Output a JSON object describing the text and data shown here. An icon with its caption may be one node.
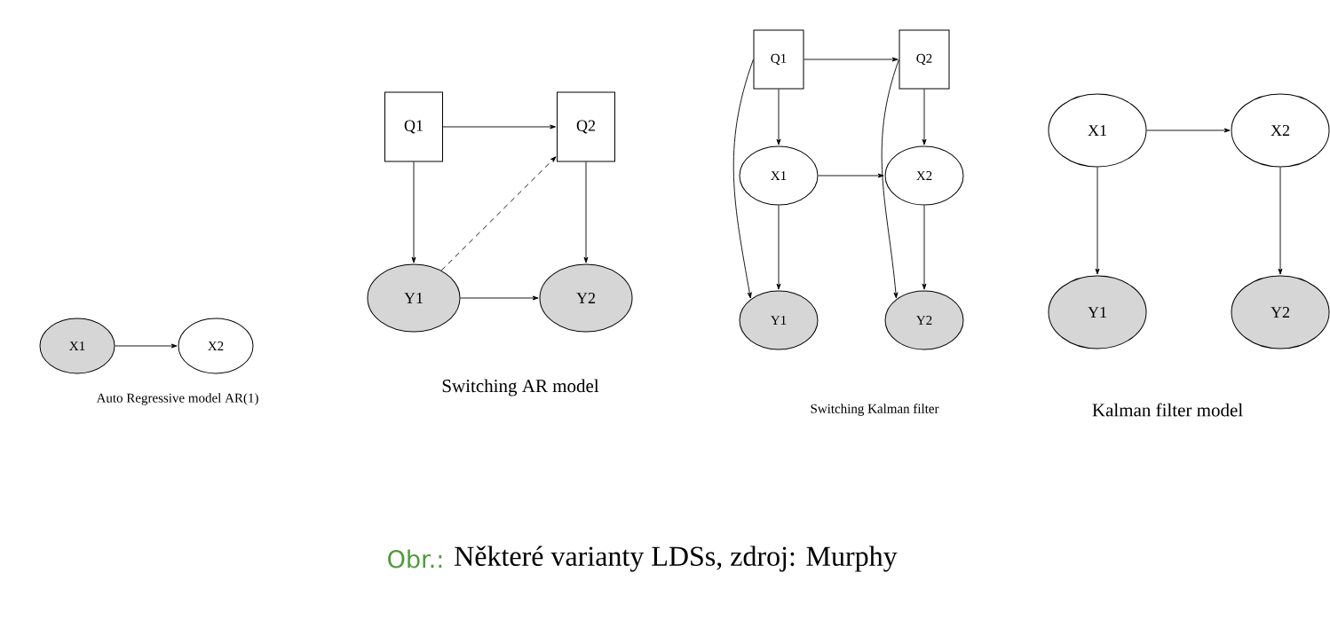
{
  "diagram": {
    "caption": "Některé varianty LDSs, zdroj: Murphy",
    "nodes": [
      {
        "text": [
          "X1"
        ]
      },
      {
        "text": [
          "X2"
        ]
      },
      {
        "text": [
          "Q1"
        ]
      },
      {
        "text": [
          "Q2"
        ]
      },
      {
        "text": [
          "Y1"
        ]
      },
      {
        "text": [
          "Y2"
        ]
      },
      {
        "text": [
          "Q1"
        ]
      },
      {
        "text": [
          "Q2"
        ]
      },
      {
        "text": [
          "X1"
        ]
      },
      {
        "text": [
          "X2"
        ]
      },
      {
        "text": [
          "Y1"
        ]
      },
      {
        "text": [
          "Y2"
        ]
      },
      {
        "text": [
          "X1"
        ]
      },
      {
        "text": [
          "X2"
        ]
      },
      {
        "text": [
          "Y1"
        ]
      },
      {
        "text": [
          "Y2"
        ]
      }
    ],
    "edges": [
      {
        "from": 0,
        "to": 1,
        "arrow": "to"
      },
      {
        "from": 2,
        "to": 3,
        "arrow": "to"
      },
      {
        "from": 2,
        "to": 4,
        "arrow": "to"
      },
      {
        "from": 3,
        "to": 5,
        "arrow": "to"
      },
      {
        "from": 4,
        "to": 3,
        "arrow": "to",
        "style": "dashed"
      },
      {
        "from": 4,
        "to": 5,
        "arrow": "to"
      },
      {
        "from": 6,
        "to": 7,
        "arrow": "to"
      },
      {
        "from": 6,
        "to": 8,
        "arrow": "to"
      },
      {
        "from": 7,
        "to": 9,
        "arrow": "to"
      },
      {
        "from": 8,
        "to": 9,
        "arrow": "to"
      },
      {
        "from": 8,
        "to": 10,
        "arrow": "to"
      },
      {
        "from": 9,
        "to": 11,
        "arrow": "to"
      },
      {
        "from": 6,
        "to": 10,
        "arrow": "to"
      },
      {
        "from": 7,
        "to": 11,
        "arrow": "to"
      },
      {
        "from": 12,
        "to": 13,
        "arrow": "to"
      },
      {
        "from": 12,
        "to": 14,
        "arrow": "to"
      },
      {
        "from": 13,
        "to": 15,
        "arrow": "to"
      }
    ],
    "labels": [
      "Auto Regressive model AR(1)",
      "Switching AR model",
      "Switching Kalman filter",
      "Kalman filter model",
      "Obr.:"
    ]
  }
}
